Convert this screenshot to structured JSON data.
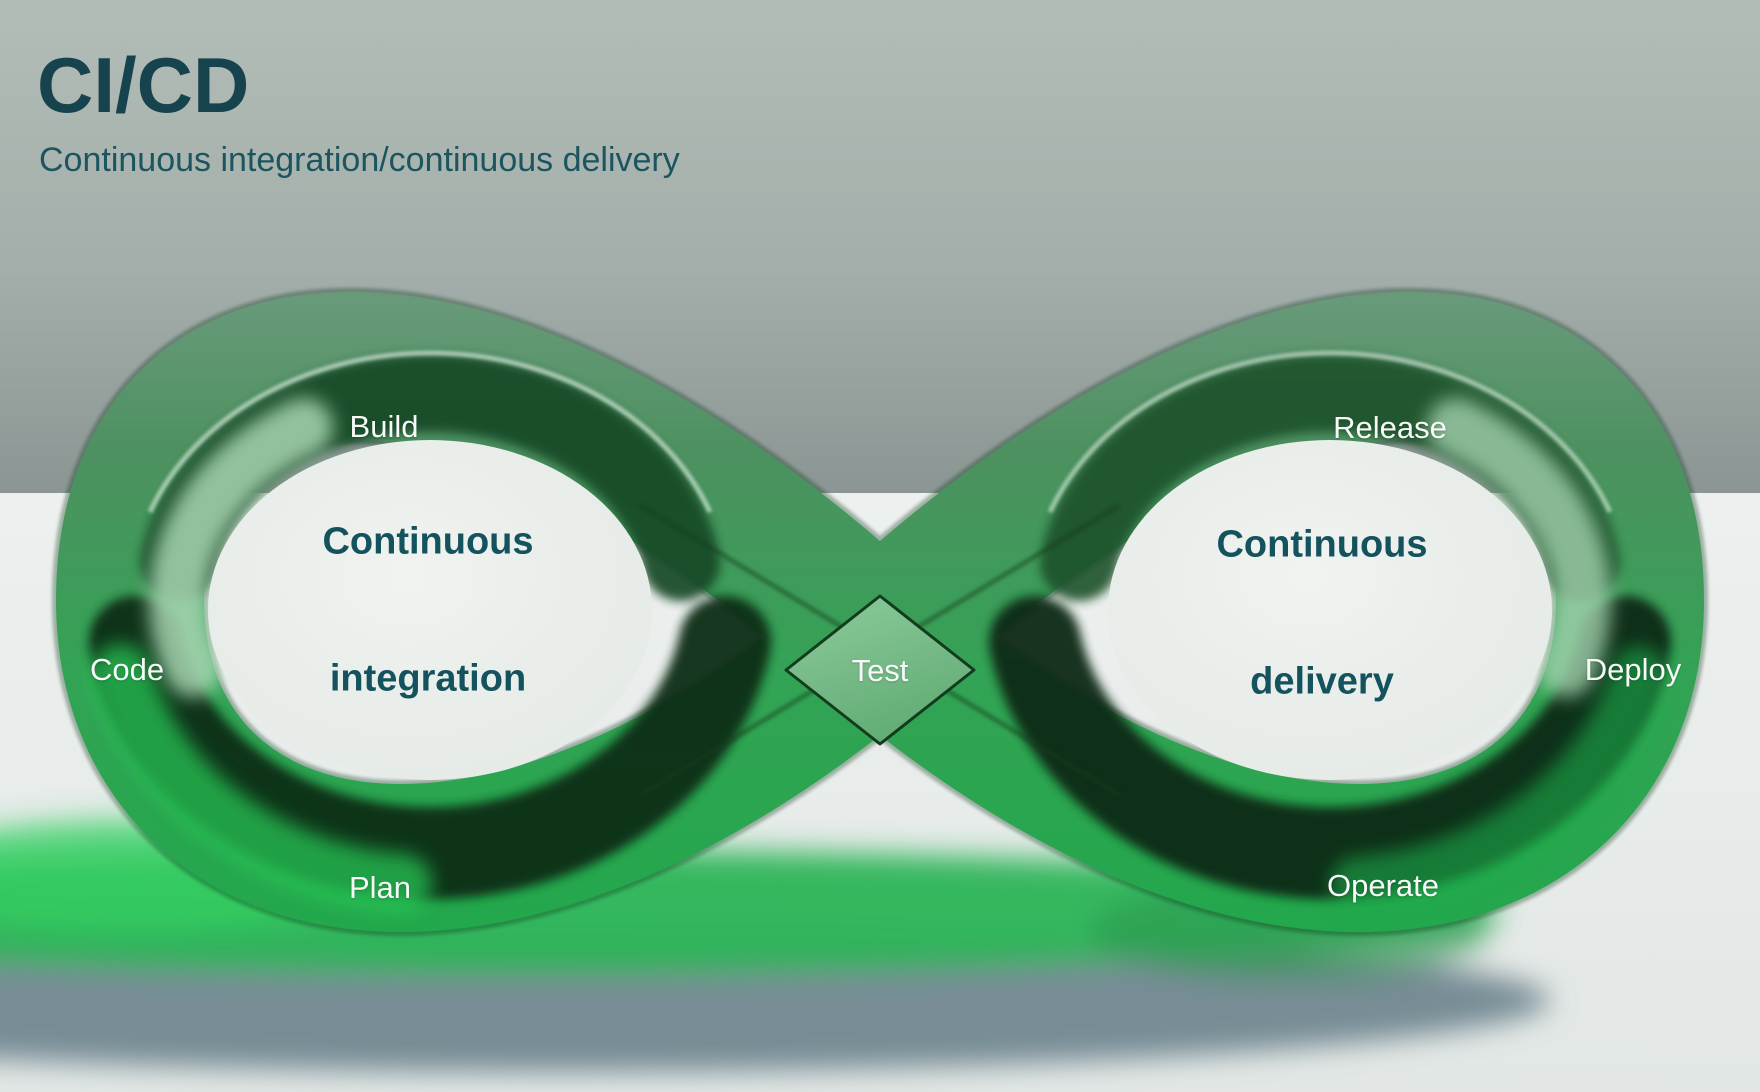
{
  "header": {
    "title": "CI/CD",
    "subtitle": "Continuous integration/continuous delivery"
  },
  "loops": {
    "left": {
      "line1": "Continuous",
      "line2": "integration"
    },
    "right": {
      "line1": "Continuous",
      "line2": "delivery"
    }
  },
  "stages": {
    "build": "Build",
    "release": "Release",
    "code": "Code",
    "deploy": "Deploy",
    "test": "Test",
    "plan": "Plan",
    "operate": "Operate"
  },
  "colors": {
    "title_teal": "#17434f",
    "subtitle_teal": "#1b5560",
    "loop_label_teal": "#14525d",
    "stage_label_white": "#f7faf8",
    "ribbon_green": "#2f9e52",
    "ribbon_top_band_dark": "#174a26",
    "ribbon_bottom_band_dark": "#0d2f16",
    "ribbon_mint_highlight": "#a9d6b3",
    "center_diamond_green": "#79bf8b",
    "wall_gray_green": "#a9b4ae",
    "floor_light": "#e8ecea",
    "floor_shadow_green": "#2db457",
    "floor_shadow_blue_gray": "#68808a"
  }
}
